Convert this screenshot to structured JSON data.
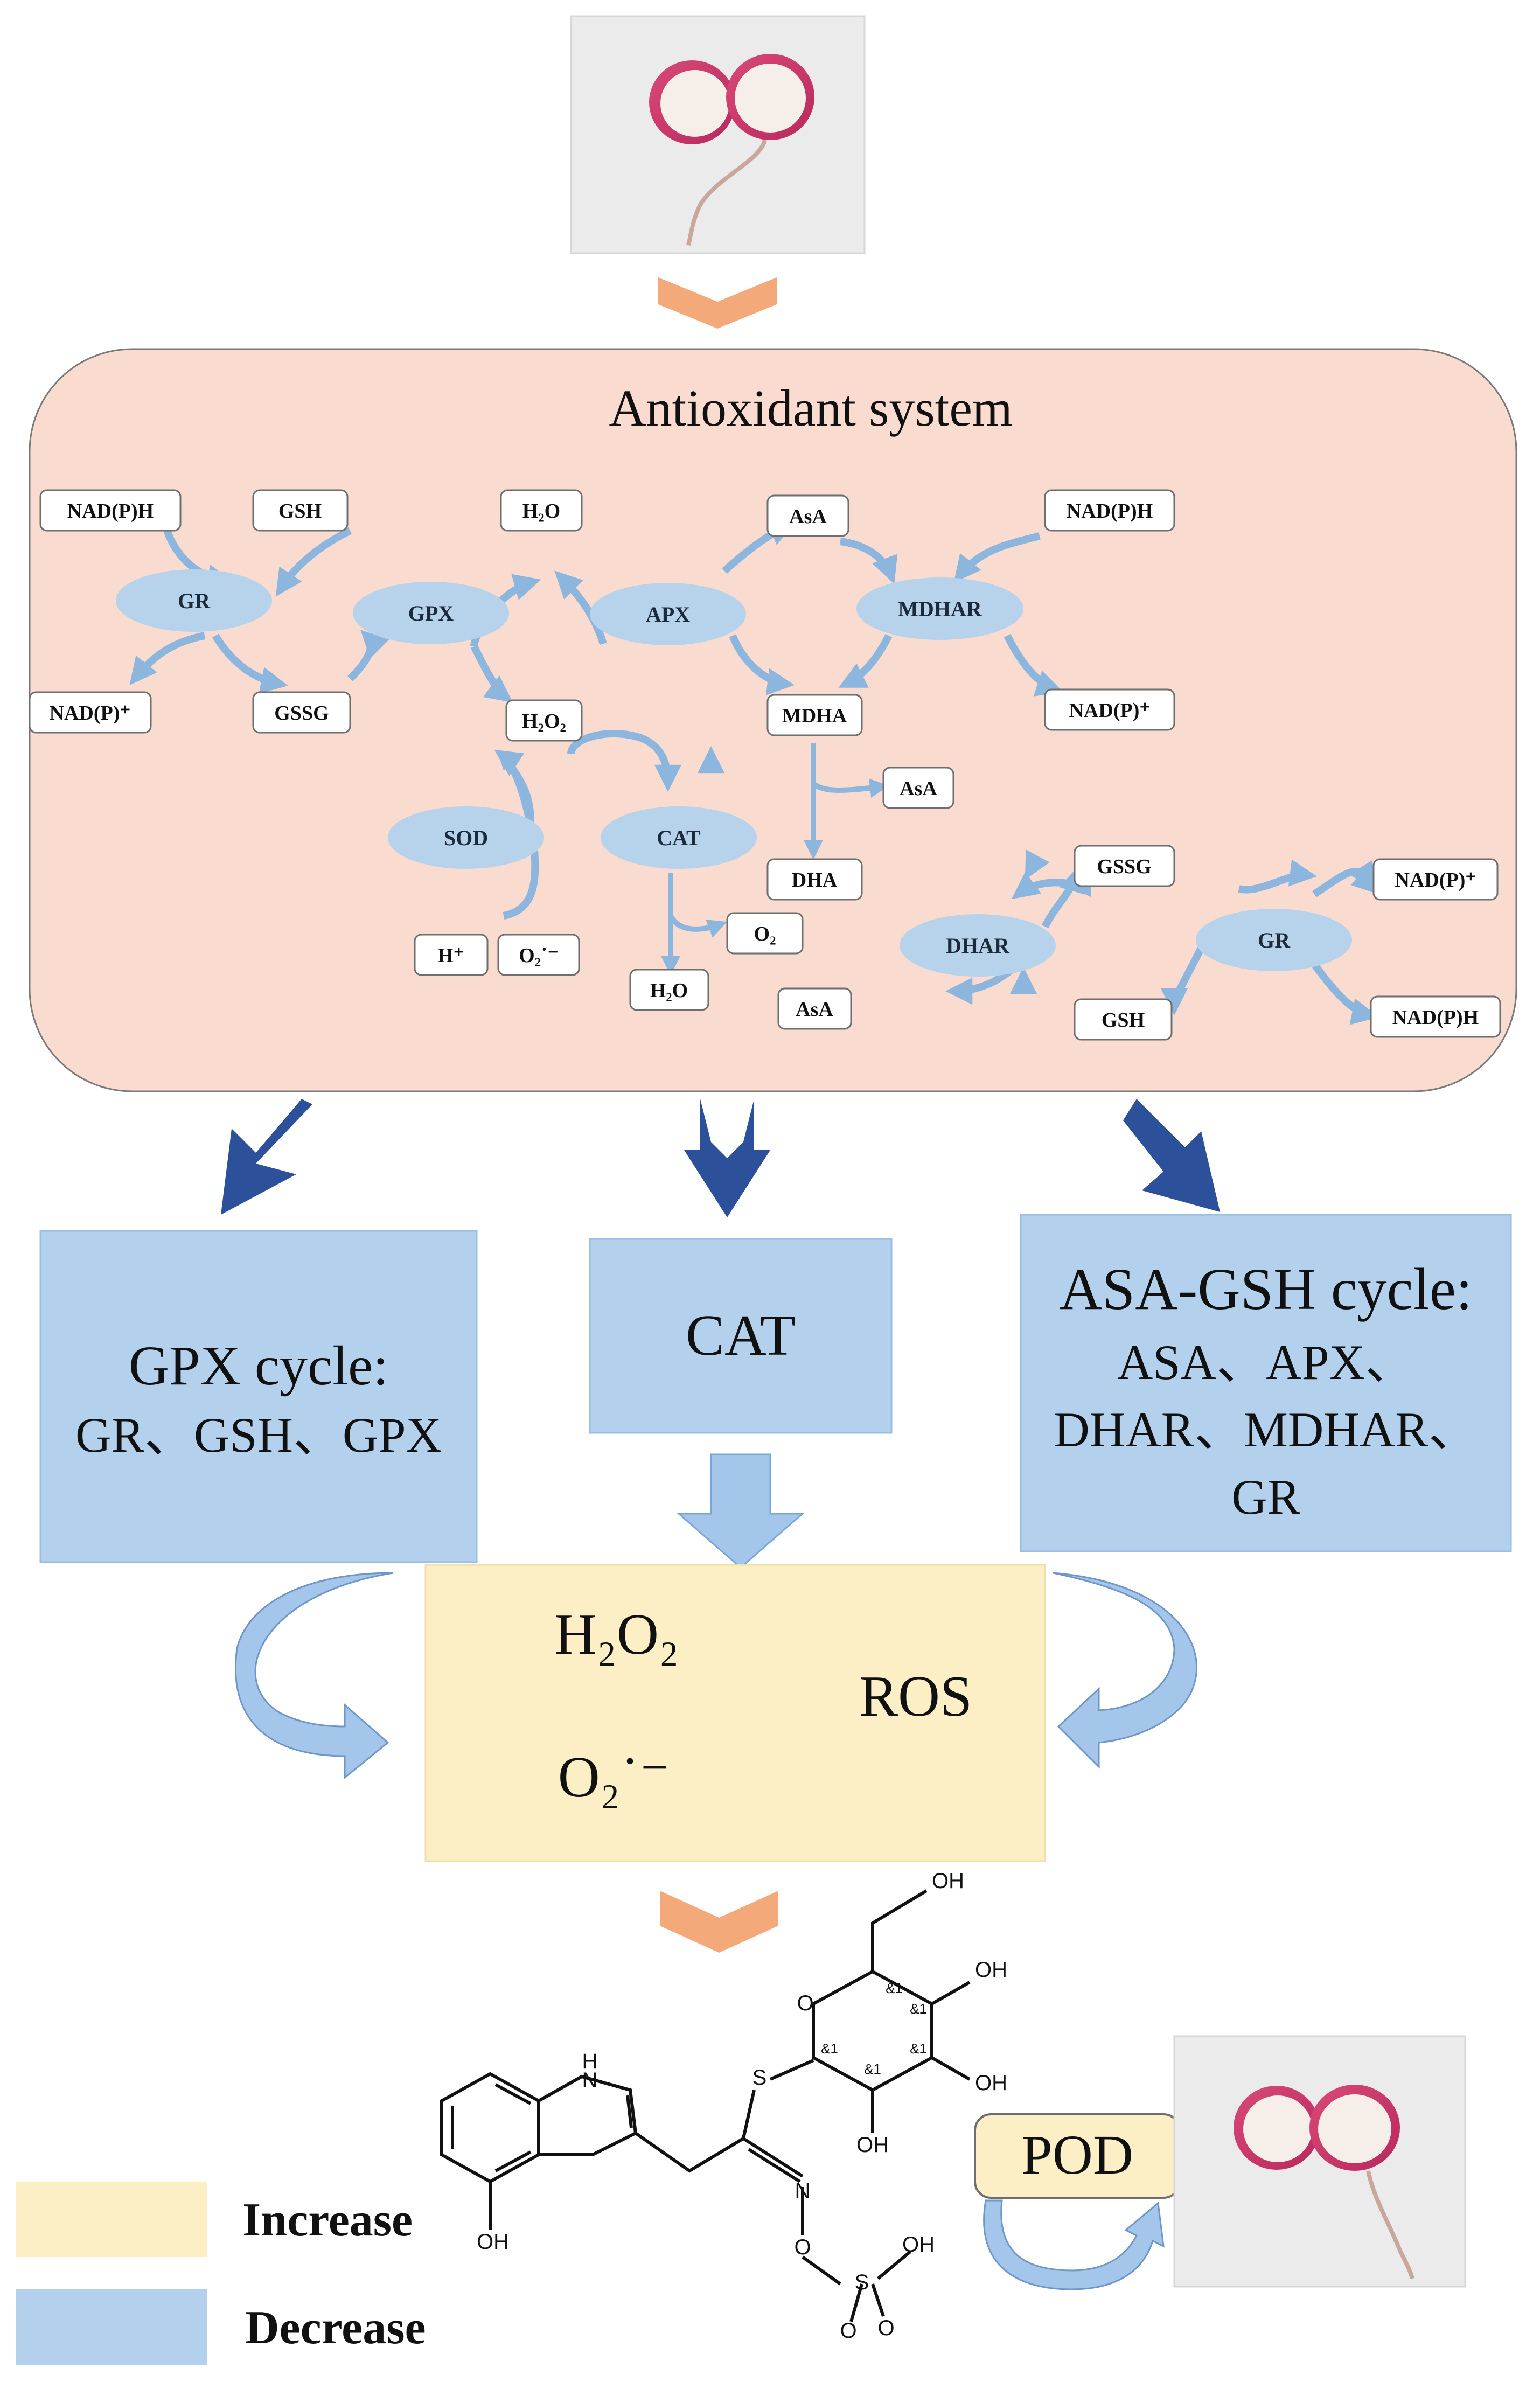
{
  "system_title": "Antioxidant system",
  "enzymes": {
    "gr_left": "GR",
    "gpx": "GPX",
    "apx": "APX",
    "mdhar": "MDHAR",
    "sod": "SOD",
    "cat": "CAT",
    "dhar": "DHAR",
    "gr_right": "GR"
  },
  "metabolites": {
    "nadph_top_left": "NAD(P)H",
    "nadp_bottom_left": "NAD(P)⁺",
    "gsh_top": "GSH",
    "gssg_left": "GSSG",
    "h2o_top": "H₂O",
    "h2o2": "H₂O₂",
    "asa_top": "AsA",
    "mdha": "MDHA",
    "nadph_top_right": "NAD(P)H",
    "nadp_mid_right": "NAD(P)⁺",
    "asa_mid": "AsA",
    "dha": "DHA",
    "gssg_right": "GSSG",
    "nadp_lower_right": "NAD(P)⁺",
    "gsh_bottom": "GSH",
    "nadph_bottom_right": "NAD(P)H",
    "asa_bottom": "AsA",
    "hplus": "H⁺",
    "superoxide": "O₂˙⁻",
    "o2": "O₂",
    "h2o_bottom": "H₂O"
  },
  "pathways": {
    "gpx_title": "GPX cycle:",
    "gpx_items": "GR、GSH、GPX",
    "cat_title": "CAT",
    "asa_title": "ASA-GSH cycle:",
    "asa_line1": "ASA、APX、",
    "asa_line2": "DHAR、MDHAR、",
    "asa_line3": "GR"
  },
  "ros_box": {
    "h2o2": "H₂O₂",
    "ros": "ROS",
    "superoxide": "O₂˙⁻"
  },
  "pod_label": "POD",
  "structure_labels": {
    "oh_top": "OH",
    "oh_right1": "OH",
    "oh_right2": "OH",
    "oh_bottom": "OH",
    "o_ring": "O",
    "s_thio": "S",
    "nh": "H\nN",
    "n_oxime": "N",
    "o_oxime": "O",
    "s_sulfonate": "S",
    "oh_sulfonate": "OH",
    "o_sulf1": "O",
    "o_sulf2": "O",
    "oh_indole": "OH",
    "stereo": "&1"
  },
  "legend": {
    "increase": "Increase",
    "decrease": "Decrease"
  },
  "colors": {
    "system_fill": "#f9dccf",
    "enzyme_fill": "#b7d3ec",
    "arrow_light": "#8db6df",
    "arrow_dark": "#2c509a",
    "chevron": "#f4a97a",
    "decrease_fill": "#b3d0ec",
    "increase_fill": "#fcefc6"
  }
}
